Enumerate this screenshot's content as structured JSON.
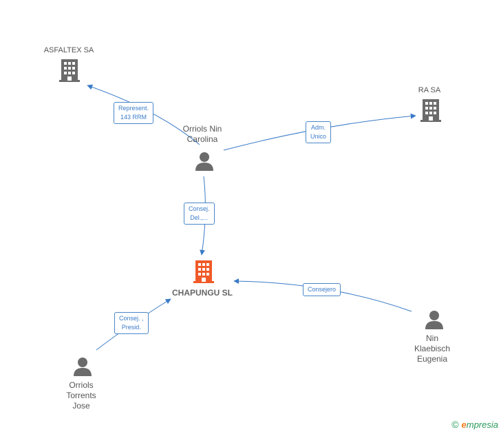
{
  "nodes": {
    "asfaltex": {
      "label": "ASFALTEX SA",
      "type": "company"
    },
    "ra": {
      "label": "RA SA",
      "type": "company"
    },
    "chapungu": {
      "label": "CHAPUNGU SL",
      "type": "company-focus"
    },
    "orriols_nin": {
      "label_line1": "Orriols Nin",
      "label_line2": "Carolina",
      "type": "person"
    },
    "nin_klaebisch": {
      "label_line1": "Nin",
      "label_line2": "Klaebisch",
      "label_line3": "Eugenia",
      "type": "person"
    },
    "orriols_torrents": {
      "label_line1": "Orriols",
      "label_line2": "Torrents",
      "label_line3": "Jose",
      "type": "person"
    }
  },
  "edges": {
    "represent": {
      "line1": "Represent.",
      "line2": "143 RRM"
    },
    "adm": {
      "line1": "Adm.",
      "line2": "Unico"
    },
    "consej_del": {
      "line1": "Consej.",
      "line2": "Del.,..."
    },
    "consejero": {
      "line1": "Consejero"
    },
    "consej_presid": {
      "line1": "Consej. ,",
      "line2": "Presid."
    }
  },
  "colors": {
    "edge": "#3a7bc8",
    "company_icon": "#6b6b6b",
    "focus_icon": "#f05a28",
    "person_icon": "#6b6b6b"
  },
  "footer": {
    "copyright": "©",
    "brand_e": "e",
    "brand_rest": "mpresia"
  }
}
